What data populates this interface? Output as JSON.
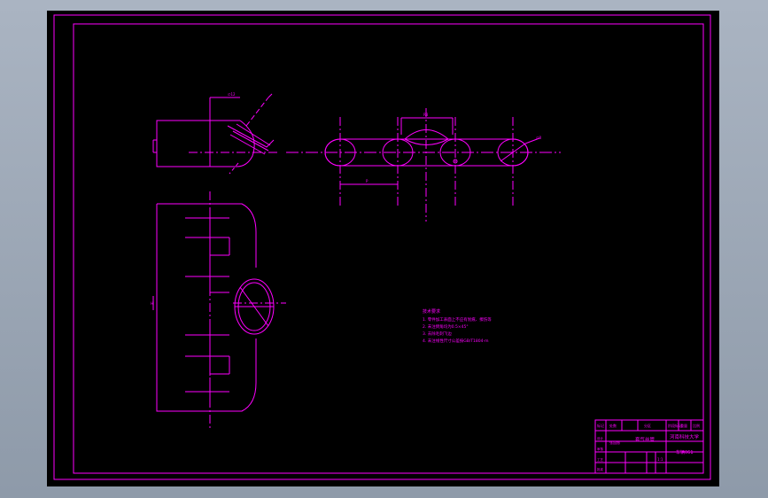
{
  "colors": {
    "background": "#000000",
    "line": "#ff00ff",
    "viewport": "#9aa5b4"
  },
  "notes": {
    "title": "技术要求",
    "items": [
      "1. 零件加工表面上不应有划痕、擦伤等",
      "2. 未注倒角均为0.5×45°",
      "3. 去除毛刺飞边",
      "4. 未注线性尺寸公差按GB/T1804-m"
    ]
  },
  "title_block": {
    "header": [
      "标记",
      "处数",
      "分区",
      "更改文件号",
      "签名",
      "年月日"
    ],
    "header_right": [
      "阶段标记",
      "重量",
      "比例"
    ],
    "part_name": "套气丝管",
    "school": "河南科技大学",
    "drawing_no": "车辆061",
    "designer_label": "设计",
    "designer": "张国振",
    "review_label": "审核",
    "process_label": "工艺",
    "approve_label": "批准",
    "scale": "1:1"
  },
  "dims": {
    "top_left": "∅12",
    "chain_top": "R8",
    "chain_pitch": "P",
    "chain_end": "∅8",
    "side_height": "H"
  }
}
